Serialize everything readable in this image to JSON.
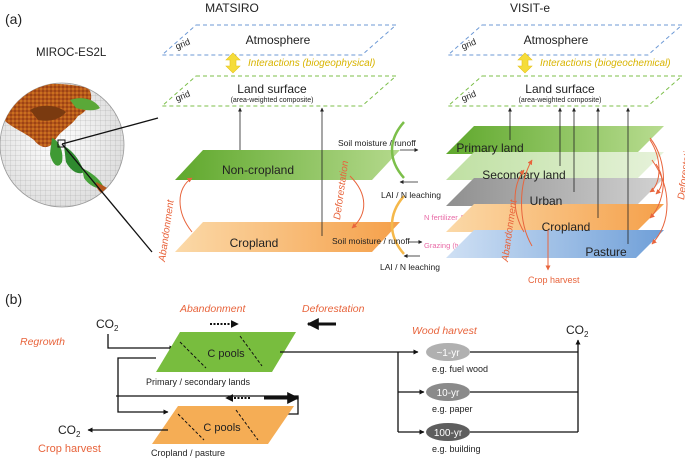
{
  "panel_a": {
    "tag": "(a)",
    "globe_label": "MIROC-ES2L",
    "matsiro": {
      "title": "MATSIRO",
      "grid_label": "grid",
      "atmosphere": "Atmosphere",
      "interactions": "Interactions (biogeophysical)",
      "land_surface": "Land surface",
      "land_surface_sub": "(area-weighted composite)",
      "noncropland": "Non-cropland",
      "cropland": "Cropland",
      "abandonment": "Abandonment",
      "deforestation": "Deforestation"
    },
    "exchange": {
      "soil_runoff_top": "Soil moisture / runoff",
      "lai_top": "LAI / N leaching",
      "n_fertilizer": "N fertilizer & legume",
      "grazing": "Grazing (turnover)",
      "soil_runoff_bottom": "Soil moisture / runoff",
      "lai_bottom": "LAI / N leaching"
    },
    "visit": {
      "title": "VISIT-e",
      "grid_label": "grid",
      "atmosphere": "Atmosphere",
      "interactions": "Interactions (biogeochemical)",
      "land_surface": "Land surface",
      "land_surface_sub": "(area-weighted composite)",
      "primary": "Primary land",
      "secondary": "Secondary land",
      "urban": "Urban",
      "cropland": "Cropland",
      "pasture": "Pasture",
      "abandonment": "Abandonment",
      "deforestation": "Deforestation",
      "crop_harvest": "Crop harvest"
    }
  },
  "panel_b": {
    "tag": "(b)",
    "co2": "CO",
    "co2_sub": "2",
    "regrowth": "Regrowth",
    "abandonment": "Abandonment",
    "deforestation": "Deforestation",
    "c_pools_top": "C pools",
    "c_pools_bottom": "C pools",
    "primary_secondary": "Primary / secondary lands",
    "cropland_pasture": "Cropland / pasture",
    "crop_harvest": "Crop harvest",
    "wood_harvest": "Wood harvest",
    "pools": [
      {
        "label": "~1-yr",
        "example": "e.g. fuel wood",
        "color": "#b0b0b0"
      },
      {
        "label": "10-yr",
        "example": "e.g. paper",
        "color": "#8a8a8a"
      },
      {
        "label": "100-yr",
        "example": "e.g. building",
        "color": "#5e5e5e"
      }
    ]
  },
  "colors": {
    "orange_text": "#e8643c",
    "green_plane": "#74b83c",
    "orange_plane": "#f5a94a",
    "blue_plane": "#6f9fd8",
    "grey_plane": "#a8a8a8",
    "grid_blue": "#6e9ad6",
    "grid_green": "#7cbf4a",
    "interaction_yellow": "#e6c21a"
  }
}
